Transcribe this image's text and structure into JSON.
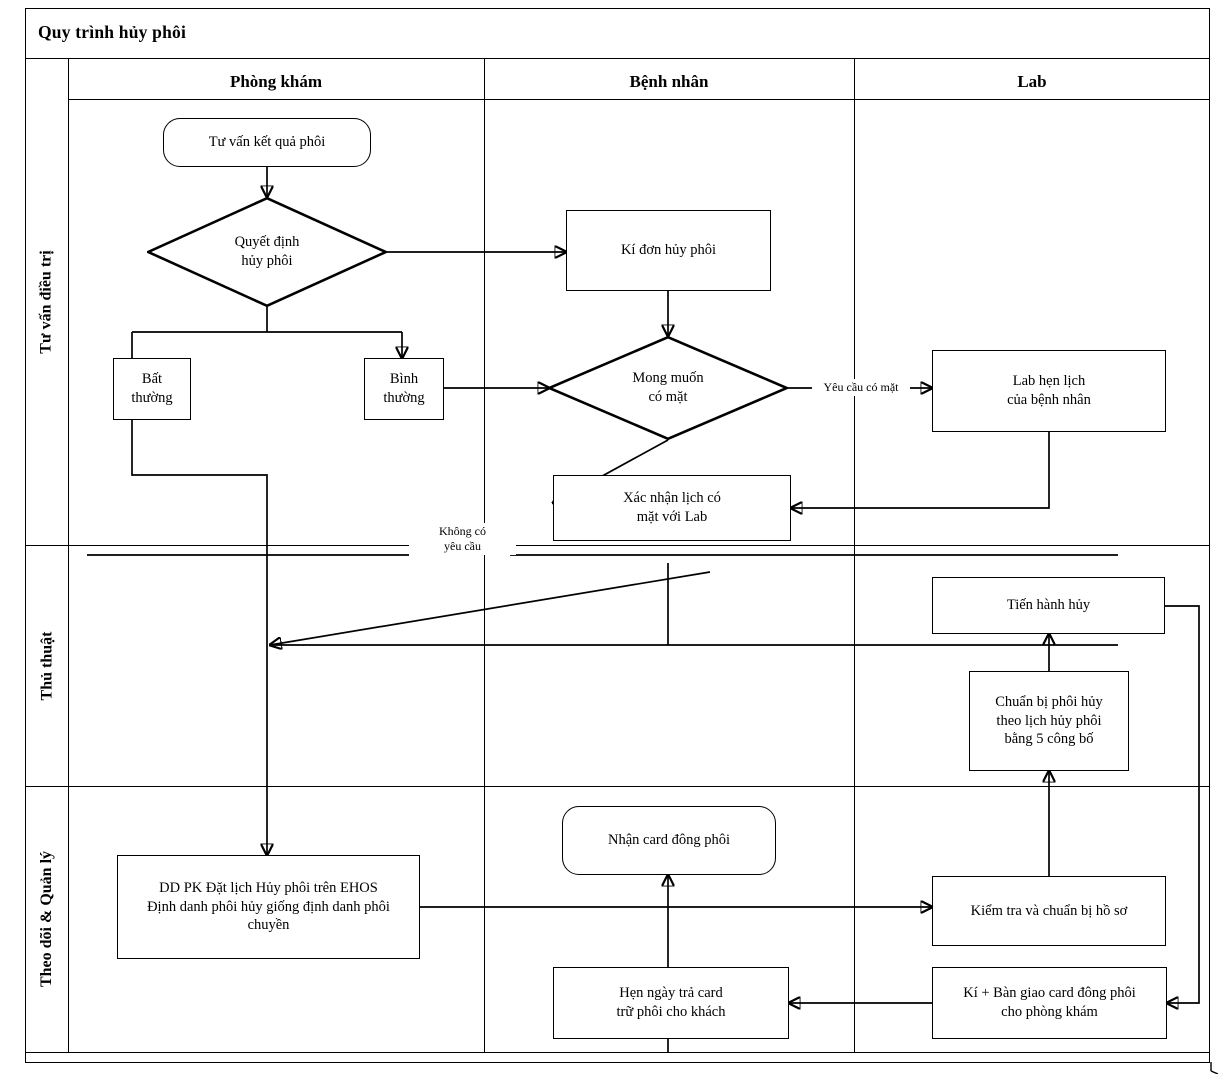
{
  "diagram": {
    "title": "Quy trình hủy phôi",
    "type": "cross-functional-flowchart",
    "columns": [
      {
        "id": "phong-kham",
        "label": "Phòng khám"
      },
      {
        "id": "benh-nhan",
        "label": "Bệnh nhân"
      },
      {
        "id": "lab",
        "label": "Lab"
      }
    ],
    "lanes": [
      {
        "id": "tu-van-dieu-tri",
        "label": "Tư vấn điều trị"
      },
      {
        "id": "thu-thuat",
        "label": "Thủ thuật"
      },
      {
        "id": "theo-doi-quan-ly",
        "label": "Theo dõi & Quản lý"
      }
    ],
    "nodes": [
      {
        "id": "tu-van-ket-qua-phoi",
        "label": "Tư vấn kết quả phôi",
        "shape": "rounded",
        "lane": "tu-van-dieu-tri",
        "column": "phong-kham"
      },
      {
        "id": "quyet-dinh-huy-phoi",
        "label": "Quyết định\nhủy phôi",
        "shape": "diamond",
        "lane": "tu-van-dieu-tri",
        "column": "phong-kham"
      },
      {
        "id": "bat-thuong",
        "label": "Bất\nthường",
        "shape": "rect",
        "lane": "tu-van-dieu-tri",
        "column": "phong-kham"
      },
      {
        "id": "binh-thuong",
        "label": "Bình\nthường",
        "shape": "rect",
        "lane": "tu-van-dieu-tri",
        "column": "phong-kham"
      },
      {
        "id": "ki-don-huy-phoi",
        "label": "Kí đơn hủy phôi",
        "shape": "rect",
        "lane": "tu-van-dieu-tri",
        "column": "benh-nhan"
      },
      {
        "id": "mong-muon-co-mat",
        "label": "Mong muốn\ncó mặt",
        "shape": "diamond",
        "lane": "tu-van-dieu-tri",
        "column": "benh-nhan"
      },
      {
        "id": "lab-hen-lich",
        "label": "Lab hẹn lịch\ncủa bệnh nhân",
        "shape": "rect",
        "lane": "tu-van-dieu-tri",
        "column": "lab"
      },
      {
        "id": "xac-nhan-lich",
        "label": "Xác nhận lịch có\nmặt với Lab",
        "shape": "rect",
        "lane": "tu-van-dieu-tri",
        "column": "benh-nhan"
      },
      {
        "id": "tien-hanh-huy",
        "label": "Tiến hành hủy",
        "shape": "rect",
        "lane": "thu-thuat",
        "column": "lab"
      },
      {
        "id": "chuan-bi-phoi-huy",
        "label": "Chuẩn bị phôi hủy\ntheo lịch hủy phôi\nbằng 5 công bố",
        "shape": "rect",
        "lane": "thu-thuat",
        "column": "lab"
      },
      {
        "id": "dd-pk-dat-lich",
        "label": "DD PK Đặt lịch Hủy phôi trên EHOS\nĐịnh danh phôi hủy giống định danh phôi\nchuyền",
        "shape": "rect",
        "lane": "theo-doi-quan-ly",
        "column": "phong-kham"
      },
      {
        "id": "nhan-card-dong-phoi",
        "label": "Nhận card đông phôi",
        "shape": "rounded",
        "lane": "theo-doi-quan-ly",
        "column": "benh-nhan"
      },
      {
        "id": "kiem-tra-chuan-bi-ho-so",
        "label": "Kiểm tra và chuẩn bị hồ sơ",
        "shape": "rect",
        "lane": "theo-doi-quan-ly",
        "column": "lab"
      },
      {
        "id": "hen-ngay-tra-card",
        "label": "Hẹn ngày trả card\ntrữ phôi cho khách",
        "shape": "rect",
        "lane": "theo-doi-quan-ly",
        "column": "benh-nhan"
      },
      {
        "id": "ki-ban-giao-card",
        "label": "Kí + Bàn giao card đông phôi\ncho phòng khám",
        "shape": "rect",
        "lane": "theo-doi-quan-ly",
        "column": "lab"
      }
    ],
    "edge_labels": [
      {
        "id": "yeu-cau-co-mat",
        "label": "Yêu cầu có mặt"
      },
      {
        "id": "khong-co-yeu-cau",
        "label": "Không có\nyêu cầu"
      }
    ],
    "colors": {
      "line": "#000000",
      "background": "#ffffff",
      "text": "#000000"
    }
  }
}
